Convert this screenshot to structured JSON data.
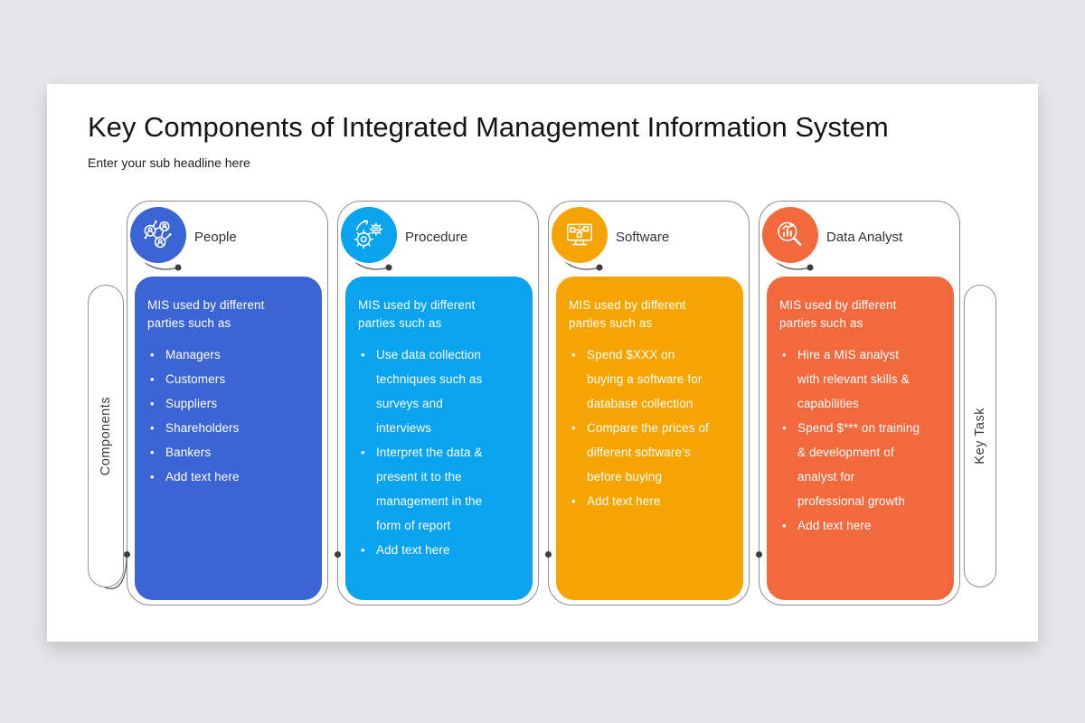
{
  "page": {
    "background": "#e6e5e7",
    "slide_background": "#ffffff"
  },
  "header": {
    "title": "Key Components of Integrated Management Information System",
    "subtitle": "Enter your sub headline here"
  },
  "side_labels": {
    "left": "Components",
    "right": "Key Task"
  },
  "colors": {
    "people": "#3B64D4",
    "procedure": "#09A3EF",
    "software": "#F6A402",
    "data_analyst": "#F2693E",
    "connector": "#3d3d3d",
    "outline_border": "#909090"
  },
  "columns": [
    {
      "label": "People",
      "icon": "people-network-icon",
      "color": "#3B64D4",
      "intro": "MIS used by different\nparties such as",
      "bullets": [
        "Managers",
        "Customers",
        "Suppliers",
        "Shareholders",
        "Bankers",
        "Add text here"
      ]
    },
    {
      "label": "Procedure",
      "icon": "gears-icon",
      "color": "#09A3EF",
      "intro": "MIS used by different\nparties such as",
      "bullets": [
        "Use data collection\ntechniques such as\nsurveys and\ninterviews",
        "Interpret the data &\npresent it to the\nmanagement in the\nform of report",
        "Add text here"
      ]
    },
    {
      "label": "Software",
      "icon": "software-monitor-icon",
      "color": "#F6A402",
      "intro": "MIS used by different\nparties such as",
      "bullets": [
        "Spend $XXX on\nbuying a software for\ndatabase collection",
        "Compare the prices of\ndifferent software's\nbefore buying",
        "Add text here"
      ]
    },
    {
      "label": "Data Analyst",
      "icon": "chart-magnifier-icon",
      "color": "#F2693E",
      "intro": "MIS used by different\nparties such as",
      "bullets": [
        "Hire a MIS analyst\nwith relevant skills &\ncapabilities",
        "Spend $*** on training\n& development of\nanalyst for\nprofessional growth",
        "Add text here"
      ]
    }
  ]
}
